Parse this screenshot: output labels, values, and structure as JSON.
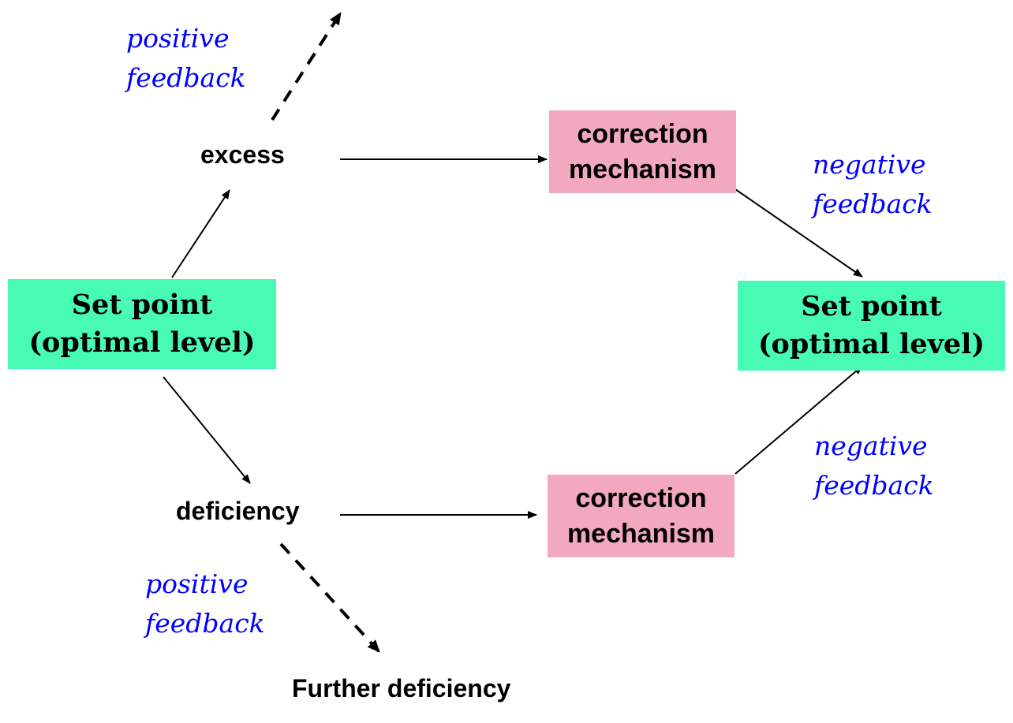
{
  "colors": {
    "set_point_fill": "#48fbb4",
    "correction_fill": "#f2a8bf",
    "feedback_text": "#0000ff",
    "text": "#000000"
  },
  "set_point_left": {
    "line1": "Set point",
    "line2": "(optimal level)"
  },
  "set_point_right": {
    "line1": "Set point",
    "line2": "(optimal level)"
  },
  "excess": "excess",
  "deficiency": "deficiency",
  "further_deficiency": "Further deficiency",
  "correction_top": {
    "line1": "correction",
    "line2": "mechanism"
  },
  "correction_bottom": {
    "line1": "correction",
    "line2": "mechanism"
  },
  "positive_feedback_top": {
    "line1": "positive",
    "line2": "feedback"
  },
  "positive_feedback_bottom": {
    "line1": "positive",
    "line2": "feedback"
  },
  "negative_feedback_top": {
    "line1": "negative",
    "line2": "feedback"
  },
  "negative_feedback_bottom": {
    "line1": "negative",
    "line2": "feedback"
  }
}
